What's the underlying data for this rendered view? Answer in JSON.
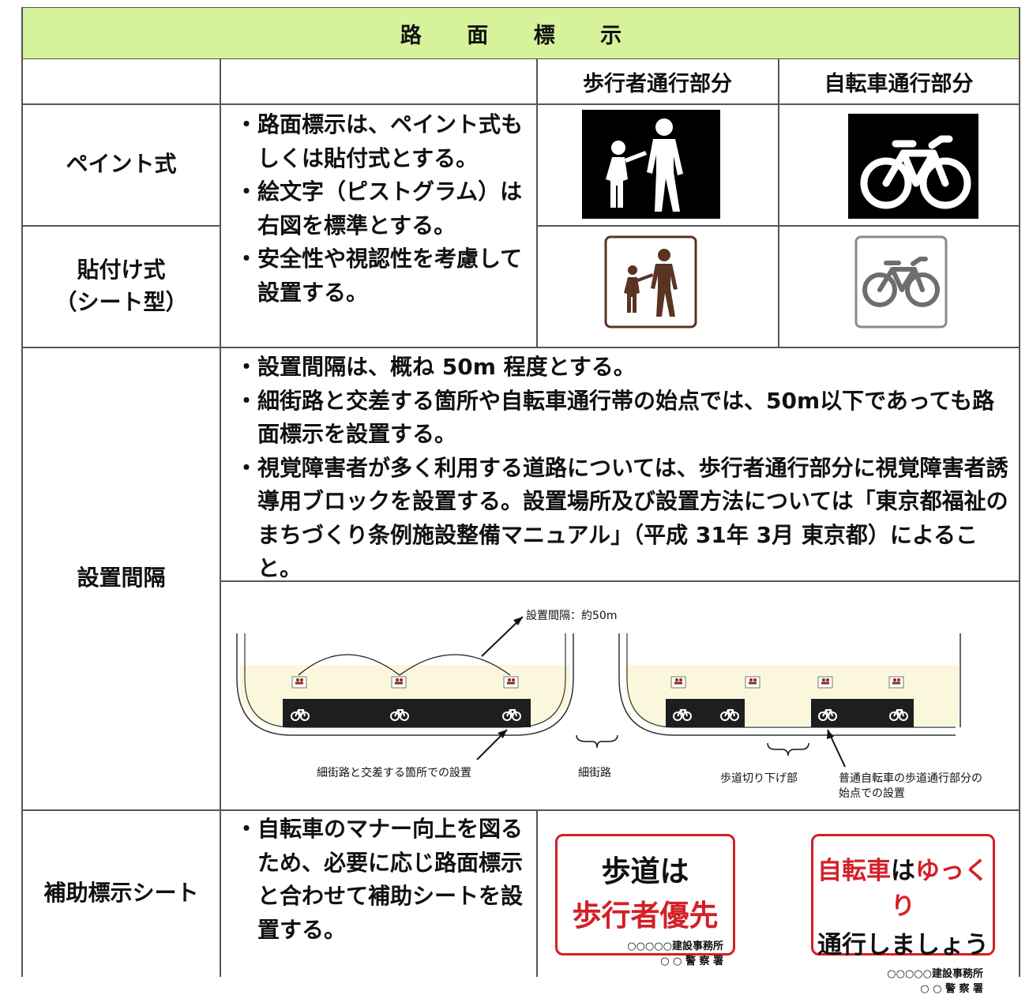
{
  "title": "路 面 標 示",
  "columns": {
    "pedestrian": "歩行者通行部分",
    "bicycle": "自転車通行部分"
  },
  "rows": {
    "paint": "ペイント式",
    "sticker_line1": "貼付け式",
    "sticker_line2": "（シート型）",
    "interval": "設置間隔",
    "aux": "補助標示シート"
  },
  "marking_notes": [
    "・路面標示は、ペイント式もしくは貼付式とする。",
    "・絵文字（ピストグラム）は右図を標準とする。",
    "・安全性や視認性を考慮して設置する。"
  ],
  "interval_notes": [
    "・設置間隔は、概ね 50m 程度とする。",
    "・細街路と交差する箇所や自転車通行帯の始点では、50m以下であっても路面標示を設置する。",
    "・視覚障害者が多く利用する道路については、歩行者通行部分に視覚障害者誘導用ブロックを設置する。設置場所及び設置方法については「東京都福祉のまちづくり条例施設整備マニュアル」（平成 31年 3月 東京都）によること。"
  ],
  "diagram": {
    "spacing_label": "設置間隔：約50m",
    "crossing_label": "細街路と交差する箇所での設置",
    "side_street_label": "細街路",
    "curb_cut_label": "歩道切り下げ部",
    "start_label_line1": "普通自転車の歩道通行部分の",
    "start_label_line2": "始点での設置"
  },
  "aux_notes": [
    "・自転車のマナー向上を図るため、必要に応じ路面標示と合わせて補助シートを設置する。"
  ],
  "sign_left": {
    "line1": "歩道は",
    "line2": "歩行者優先",
    "office": "○○○○○建設事務所",
    "police": "○ ○ 警 察 署"
  },
  "sign_right": {
    "line1a": "自転車",
    "line1b": "は",
    "line1c": "ゆっくり",
    "line2": "通行しましょう",
    "office": "○○○○○建設事務所",
    "police": "○ ○ 警 察 署"
  },
  "colors": {
    "header_bg": "#d6f29a",
    "sign_red": "#d32027",
    "sticker_brown": "#5a3423",
    "sticker_gray": "#6e6e6e",
    "sidewalk_cream": "#fbf7dc"
  }
}
